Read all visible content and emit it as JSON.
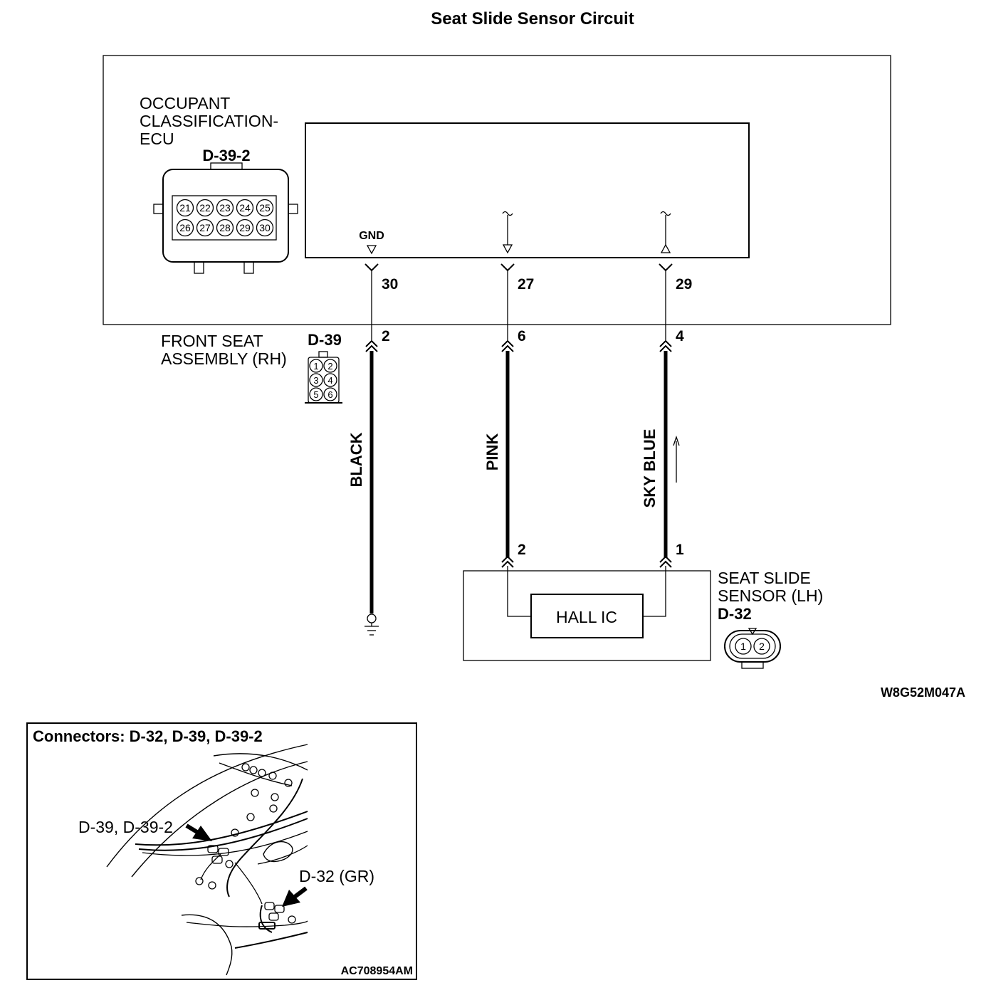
{
  "title": "Seat Slide Sensor Circuit",
  "ecu": {
    "name_lines": [
      "OCCUPANT",
      "CLASSIFICATION-",
      "ECU"
    ],
    "connector_id": "D-39-2",
    "connector_pins_top": [
      "21",
      "22",
      "23",
      "24",
      "25"
    ],
    "connector_pins_bottom": [
      "26",
      "27",
      "28",
      "29",
      "30"
    ],
    "gnd_label": "GND",
    "terminals": [
      "30",
      "27",
      "29"
    ]
  },
  "front_seat": {
    "name_lines": [
      "FRONT SEAT",
      "ASSEMBLY (RH)"
    ],
    "connector_id": "D-39",
    "connector_pins": [
      "1",
      "2",
      "3",
      "4",
      "5",
      "6"
    ],
    "terminals": [
      "2",
      "6",
      "4"
    ]
  },
  "wires": [
    {
      "color_label": "BLACK"
    },
    {
      "color_label": "PINK"
    },
    {
      "color_label": "SKY BLUE"
    }
  ],
  "sensor": {
    "name_lines": [
      "SEAT SLIDE",
      "SENSOR (LH)"
    ],
    "connector_id": "D-32",
    "element_label": "HALL IC",
    "terminals": [
      "2",
      "1"
    ],
    "connector_pins": [
      "1",
      "2"
    ]
  },
  "diagram_code": "W8G52M047A",
  "inset": {
    "title": "Connectors: D-32, D-39, D-39-2",
    "callout_d39": "D-39, D-39-2",
    "callout_d32": "D-32 (GR)",
    "image_code": "AC708954AM"
  }
}
